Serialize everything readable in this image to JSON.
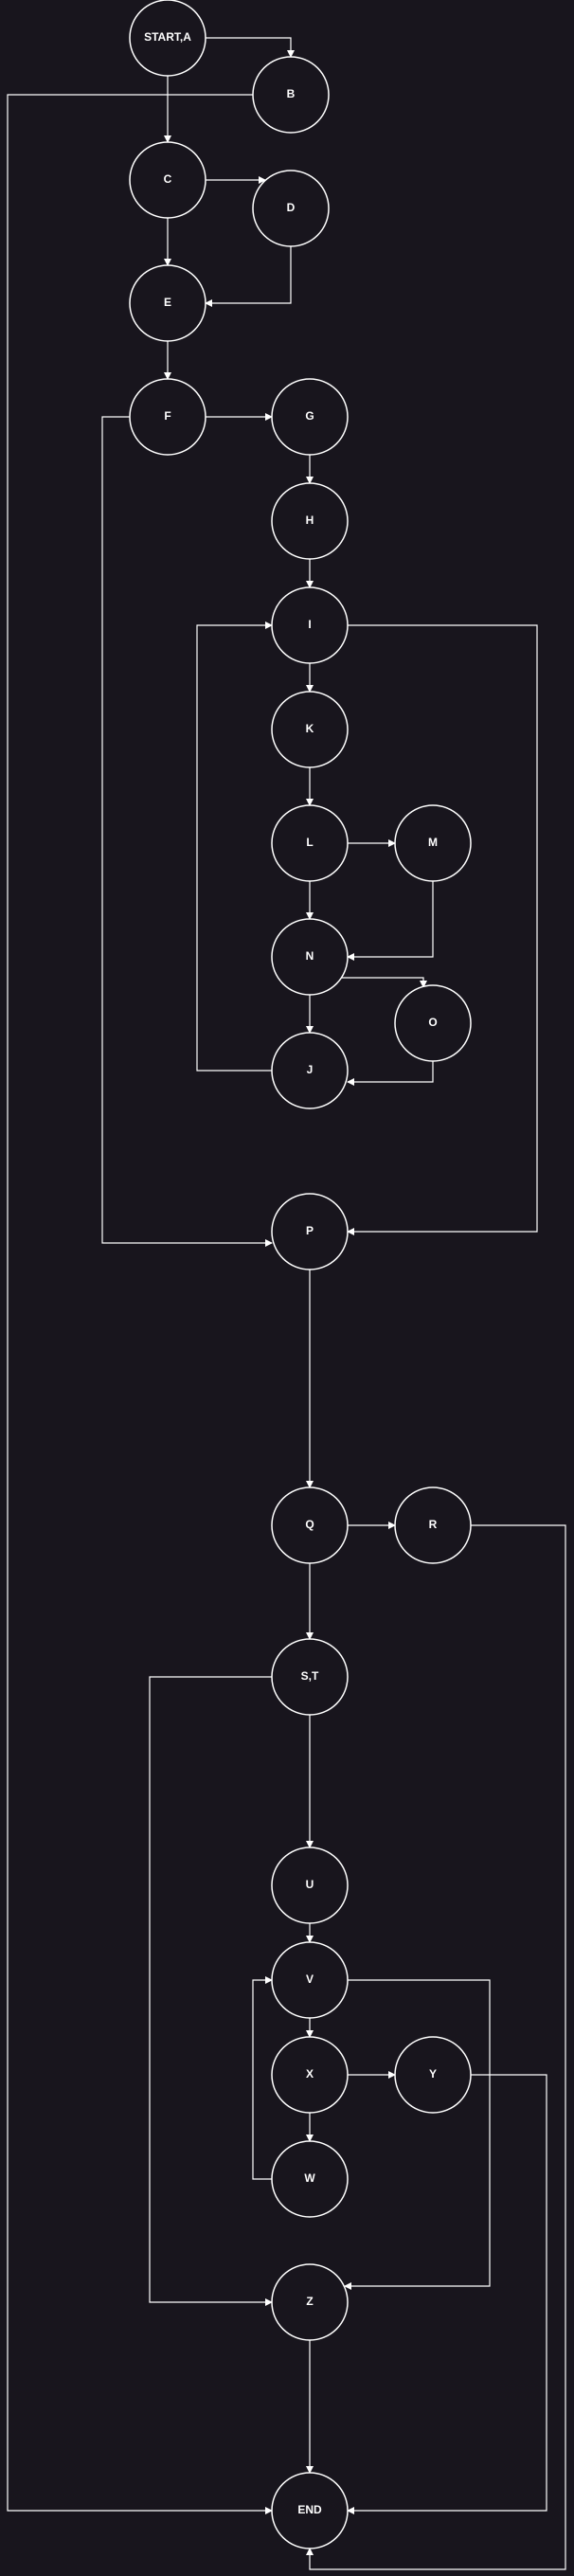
{
  "colors": {
    "background": "#18151d",
    "stroke": "#ffffff",
    "text": "#ffffff"
  },
  "nodes": [
    {
      "id": "A",
      "label": "START,A"
    },
    {
      "id": "B",
      "label": "B"
    },
    {
      "id": "C",
      "label": "C"
    },
    {
      "id": "D",
      "label": "D"
    },
    {
      "id": "E",
      "label": "E"
    },
    {
      "id": "F",
      "label": "F"
    },
    {
      "id": "G",
      "label": "G"
    },
    {
      "id": "H",
      "label": "H"
    },
    {
      "id": "I",
      "label": "I"
    },
    {
      "id": "K",
      "label": "K"
    },
    {
      "id": "L",
      "label": "L"
    },
    {
      "id": "M",
      "label": "M"
    },
    {
      "id": "N",
      "label": "N"
    },
    {
      "id": "O",
      "label": "O"
    },
    {
      "id": "J",
      "label": "J"
    },
    {
      "id": "P",
      "label": "P"
    },
    {
      "id": "Q",
      "label": "Q"
    },
    {
      "id": "R",
      "label": "R"
    },
    {
      "id": "ST",
      "label": "S,T"
    },
    {
      "id": "U",
      "label": "U"
    },
    {
      "id": "V",
      "label": "V"
    },
    {
      "id": "X",
      "label": "X"
    },
    {
      "id": "Y",
      "label": "Y"
    },
    {
      "id": "W",
      "label": "W"
    },
    {
      "id": "Z",
      "label": "Z"
    },
    {
      "id": "END",
      "label": "END"
    }
  ],
  "edges": [
    {
      "from": "A",
      "to": "B"
    },
    {
      "from": "A",
      "to": "C"
    },
    {
      "from": "B",
      "to": "END"
    },
    {
      "from": "C",
      "to": "E"
    },
    {
      "from": "C",
      "to": "D"
    },
    {
      "from": "D",
      "to": "E"
    },
    {
      "from": "E",
      "to": "F"
    },
    {
      "from": "F",
      "to": "G"
    },
    {
      "from": "F",
      "to": "P"
    },
    {
      "from": "G",
      "to": "H"
    },
    {
      "from": "H",
      "to": "I"
    },
    {
      "from": "I",
      "to": "K"
    },
    {
      "from": "I",
      "to": "P"
    },
    {
      "from": "K",
      "to": "L"
    },
    {
      "from": "L",
      "to": "M"
    },
    {
      "from": "L",
      "to": "N"
    },
    {
      "from": "M",
      "to": "N"
    },
    {
      "from": "N",
      "to": "J"
    },
    {
      "from": "N",
      "to": "O"
    },
    {
      "from": "O",
      "to": "J"
    },
    {
      "from": "J",
      "to": "I"
    },
    {
      "from": "P",
      "to": "Q"
    },
    {
      "from": "Q",
      "to": "R"
    },
    {
      "from": "Q",
      "to": "ST"
    },
    {
      "from": "R",
      "to": "END"
    },
    {
      "from": "ST",
      "to": "U"
    },
    {
      "from": "ST",
      "to": "Z"
    },
    {
      "from": "U",
      "to": "V"
    },
    {
      "from": "V",
      "to": "X"
    },
    {
      "from": "V",
      "to": "Z"
    },
    {
      "from": "X",
      "to": "Y"
    },
    {
      "from": "X",
      "to": "W"
    },
    {
      "from": "W",
      "to": "V"
    },
    {
      "from": "Y",
      "to": "END"
    },
    {
      "from": "Z",
      "to": "END"
    }
  ]
}
